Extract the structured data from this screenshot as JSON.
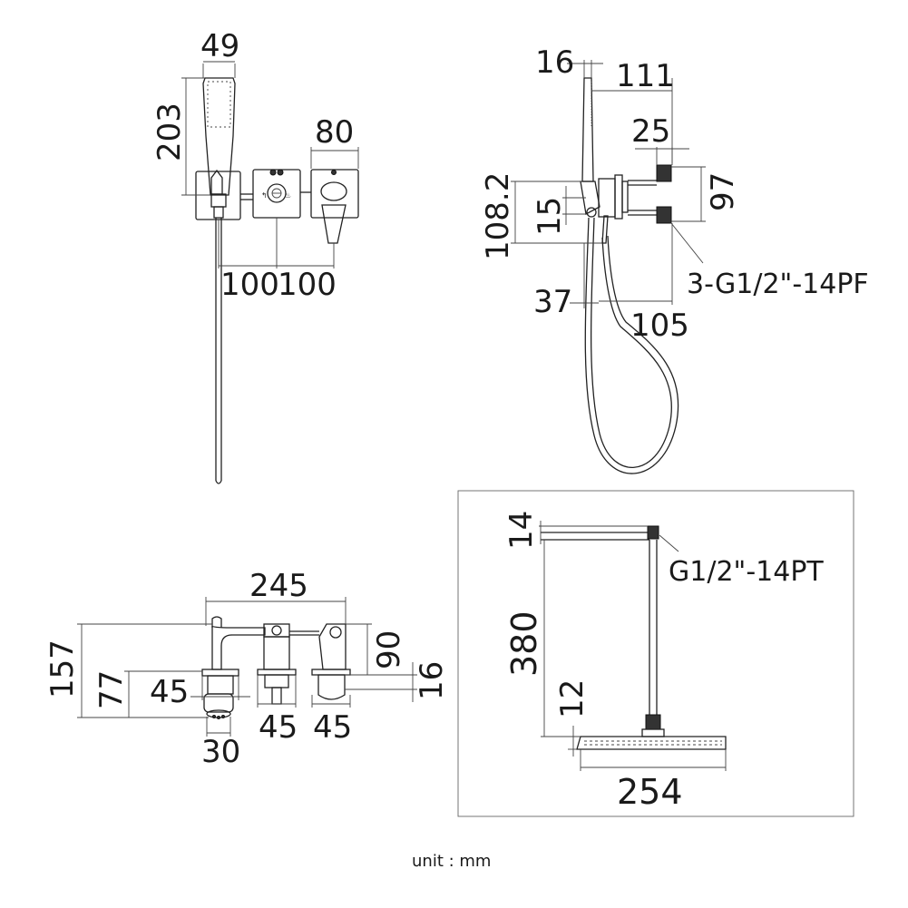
{
  "front_view": {
    "handle_width": "49",
    "handle_height": "203",
    "mixer_width": "80",
    "spacing_left": "100",
    "spacing_right": "100"
  },
  "side_view": {
    "rail_diameter": "16",
    "projection": "111",
    "thread_length": "25",
    "inlet_span": "97",
    "overall_height": "108.2",
    "lower_offset": "15",
    "thread_spec": "3-G1/2\"-14PF",
    "wall_gap": "37",
    "hose_offset": "105"
  },
  "top_view": {
    "overall_width": "245",
    "depth_overall": "157",
    "depth_body": "77",
    "depth_mixer": "90",
    "depth_cap": "16",
    "holder_width": "45",
    "body_width_1": "45",
    "body_width_2": "45",
    "outlet_diameter": "30"
  },
  "overhead_shower": {
    "arm_diameter": "14",
    "thread_spec": "G1/2\"-14PT",
    "arm_height": "380",
    "head_thickness": "12",
    "head_width": "254"
  },
  "unit_label": "unit : mm"
}
